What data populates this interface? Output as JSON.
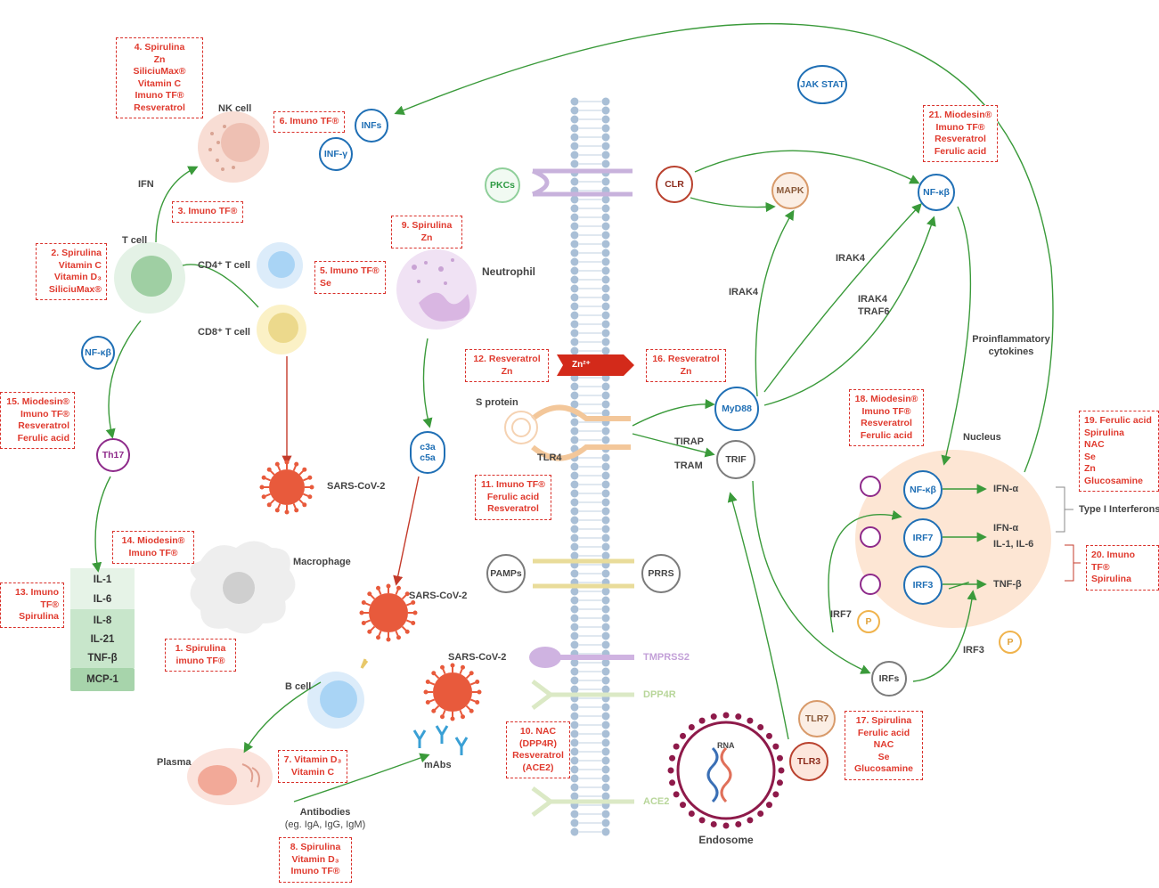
{
  "colors": {
    "accent_red": "#e03a2e",
    "node_blue": "#1f6fb5",
    "arrow_green": "#3a9a3a",
    "membrane": "#a9bfd6",
    "virus_red": "#e85a3c",
    "nucleus": "#fde6d4"
  },
  "cells": {
    "nk_cell": "NK cell",
    "t_cell": "T cell",
    "cd4": "CD4⁺ T cell",
    "cd8": "CD8⁺ T cell",
    "neutrophil": "Neutrophil",
    "macrophage": "Macrophage",
    "b_cell": "B cell",
    "plasma": "Plasma",
    "antibodies": "Antibodies",
    "antibodies_eg": "(eg. IgA, IgG, IgM)",
    "mabs": "mAbs",
    "ifn": "IFN",
    "sars1": "SARS-CoV-2",
    "sars2": "SARS-CoV-2",
    "sars3": "SARS-CoV-2"
  },
  "nodes": {
    "infs": "INFs",
    "inf_y": "INF-γ",
    "nfkb_left": "NF-κβ",
    "th17": "Th17",
    "c3a": "c3a",
    "c5a": "c5a",
    "pkcs": "PKCs",
    "clr": "CLR",
    "mapk": "MAPK",
    "jak_stat": "JAK STAT",
    "nfkb_top": "NF-κβ",
    "myd88": "MyD88",
    "trif": "TRIF",
    "pamps": "PAMPs",
    "prrs": "PRRS",
    "irfs": "IRFs",
    "tlr7": "TLR7",
    "tlr3": "TLR3",
    "nfkb_nucleus": "NF-κβ",
    "irf7": "IRF7",
    "irf3": "IRF3",
    "p": "P"
  },
  "cytokines": [
    "IL-1",
    "IL-6",
    "IL-8",
    "IL-21",
    "TNF-β",
    "MCP-1"
  ],
  "pathway_labels": {
    "irak4_a": "IRAK4",
    "irak4_b": "IRAK4",
    "irak4_traf6_1": "IRAK4",
    "irak4_traf6_2": "TRAF6",
    "proinflammatory_1": "Proinflammatory",
    "proinflammatory_2": "cytokines",
    "nucleus": "Nucleus",
    "s_protein": "S protein",
    "tlr4": "TLR4",
    "tirap": "TIRAP",
    "tram": "TRAM",
    "tmprss2": "TMPRSS2",
    "dpp4r": "DPP4R",
    "ace2": "ACE2",
    "zn": "Zn²⁺",
    "endosome": "Endosome",
    "rna": "RNA",
    "irf7_out": "IRF7",
    "irf3_out": "IRF3",
    "ifn_a1": "IFN-α",
    "ifn_a2": "IFN-α",
    "il1_il6": "IL-1, IL-6",
    "tnf_b": "TNF-β",
    "type1": "Type I Interferons"
  },
  "boxes": {
    "b1": "1. Spirulina\nimuno TF®",
    "b2": "2. Spirulina\nVitamin C\nVitamin D₃\nSiliciuMax®",
    "b3": "3. Imuno TF®",
    "b4": "4. Spirulina\nZn\nSiliciuMax®\nVitamin C\nImuno TF®\nResveratrol",
    "b5": "5. Imuno TF®\nSe",
    "b6": "6. Imuno TF®",
    "b7": "7. Vitamin D₃\nVitamin C",
    "b8": "8. Spirulina\nVitamin D₃\nImuno TF®",
    "b9": "9. Spirulina\nZn",
    "b10": "10. NAC\n(DPP4R)\nResveratrol\n(ACE2)",
    "b11": "11. Imuno TF®\nFerulic acid\nResveratrol",
    "b12": "12. Resveratrol\nZn",
    "b13": "13. Imuno TF®\nSpirulina",
    "b14": "14. Miodesin®\nImuno TF®",
    "b15": "15. Miodesin®\nImuno TF®\nResveratrol\nFerulic acid",
    "b16": "16. Resveratrol\nZn",
    "b17": "17. Spirulina\nFerulic acid\nNAC\nSe\nGlucosamine",
    "b18": "18. Miodesin®\nImuno TF®\nResveratrol\nFerulic acid",
    "b19": "19. Ferulic acid\nSpirulina\nNAC\nSe\nZn\nGlucosamine",
    "b20": "20. Imuno TF®\nSpirulina",
    "b21": "21. Miodesin®\nImuno TF®\nResveratrol\nFerulic acid"
  }
}
